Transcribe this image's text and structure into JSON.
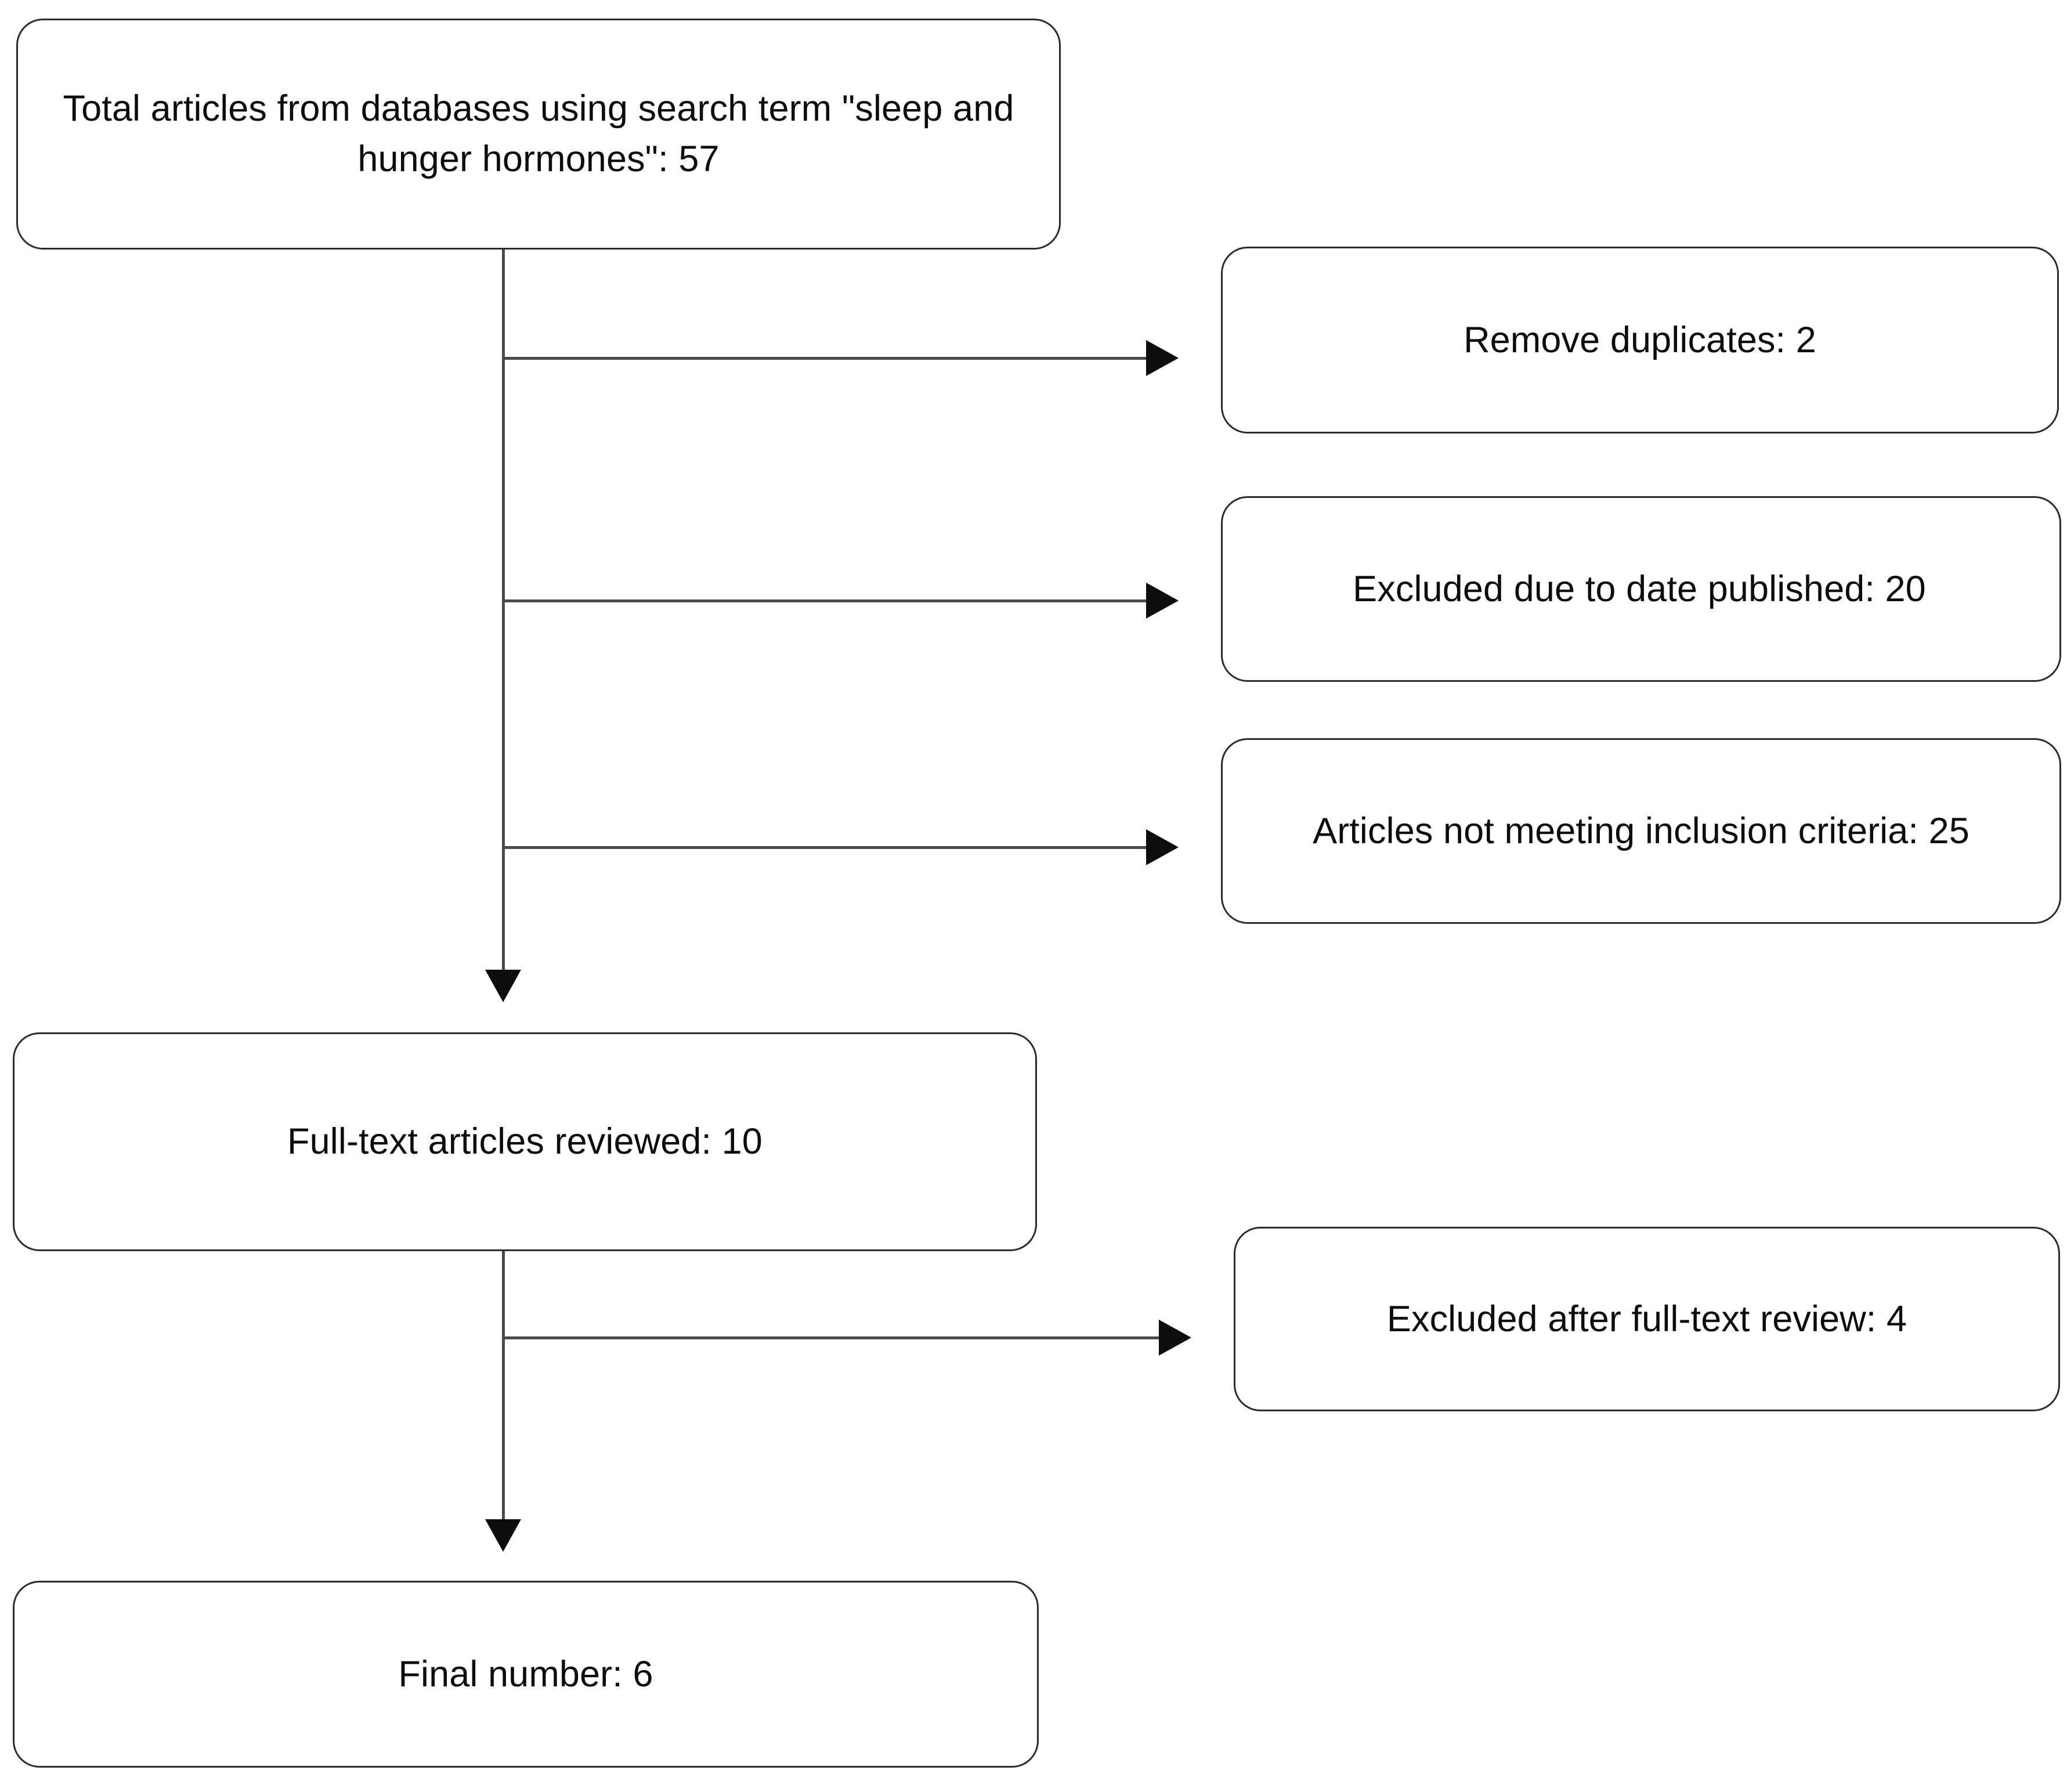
{
  "diagram": {
    "title": "PRISMA-style article selection flow diagram",
    "colors": {
      "box_border": "#2b2b2b",
      "connector": "#4a4a4a",
      "arrowhead": "#0c0c0c",
      "text": "#0c0c0c",
      "background": "#ffffff"
    },
    "flow_nodes": [
      {
        "id": "total",
        "label": "Total articles from databases using search term \"sleep and hunger hormones\": 57",
        "count": 57
      },
      {
        "id": "fulltext",
        "label": "Full-text articles reviewed: 10",
        "count": 10
      },
      {
        "id": "final",
        "label": "Final number: 6",
        "count": 6
      }
    ],
    "exclusion_nodes": [
      {
        "id": "dupes",
        "label": "Remove duplicates: 2",
        "count": 2
      },
      {
        "id": "date",
        "label": "Excluded due to date published: 20",
        "count": 20
      },
      {
        "id": "criteria",
        "label": "Articles not meeting inclusion criteria: 25",
        "count": 25
      },
      {
        "id": "excluded",
        "label": "Excluded after full-text review: 4",
        "count": 4
      }
    ],
    "connectors": [
      {
        "id": "trunk-1",
        "type": "vertical",
        "from": "total",
        "to": "fulltext"
      },
      {
        "id": "trunk-2",
        "type": "vertical",
        "from": "fulltext",
        "to": "final"
      },
      {
        "id": "branch-dupes",
        "type": "horizontal",
        "from": "trunk-1",
        "to": "dupes"
      },
      {
        "id": "branch-date",
        "type": "horizontal",
        "from": "trunk-1",
        "to": "date"
      },
      {
        "id": "branch-criteria",
        "type": "horizontal",
        "from": "trunk-1",
        "to": "criteria"
      },
      {
        "id": "branch-excluded",
        "type": "horizontal",
        "from": "trunk-2",
        "to": "excluded"
      }
    ]
  }
}
